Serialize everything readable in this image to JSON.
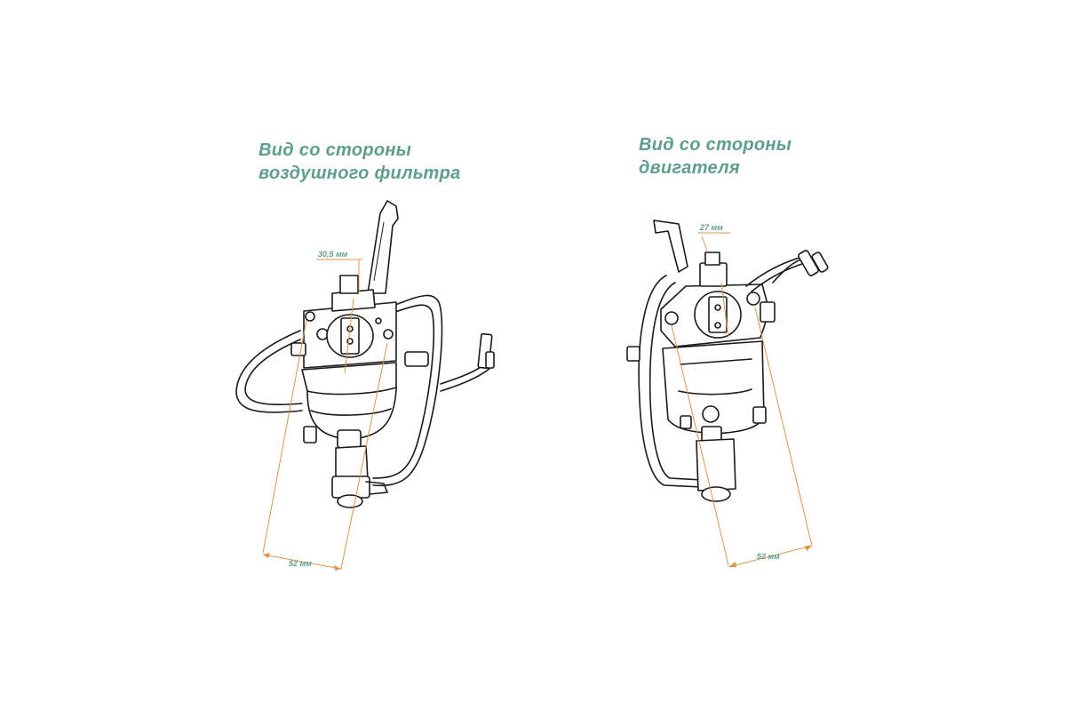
{
  "views": [
    {
      "title_line1": "Вид со стороны",
      "title_line2": "воздушного фильтра",
      "dimensions": {
        "top": "30,5 мм",
        "bottom": "52 мм"
      }
    },
    {
      "title_line1": "Вид со стороны",
      "title_line2": "двигателя",
      "dimensions": {
        "top": "27 мм",
        "bottom": "52 мм"
      }
    }
  ],
  "colors": {
    "title": "#5f9e8c",
    "dimension_line": "#e0944a",
    "ink": "#1a1a1a"
  }
}
